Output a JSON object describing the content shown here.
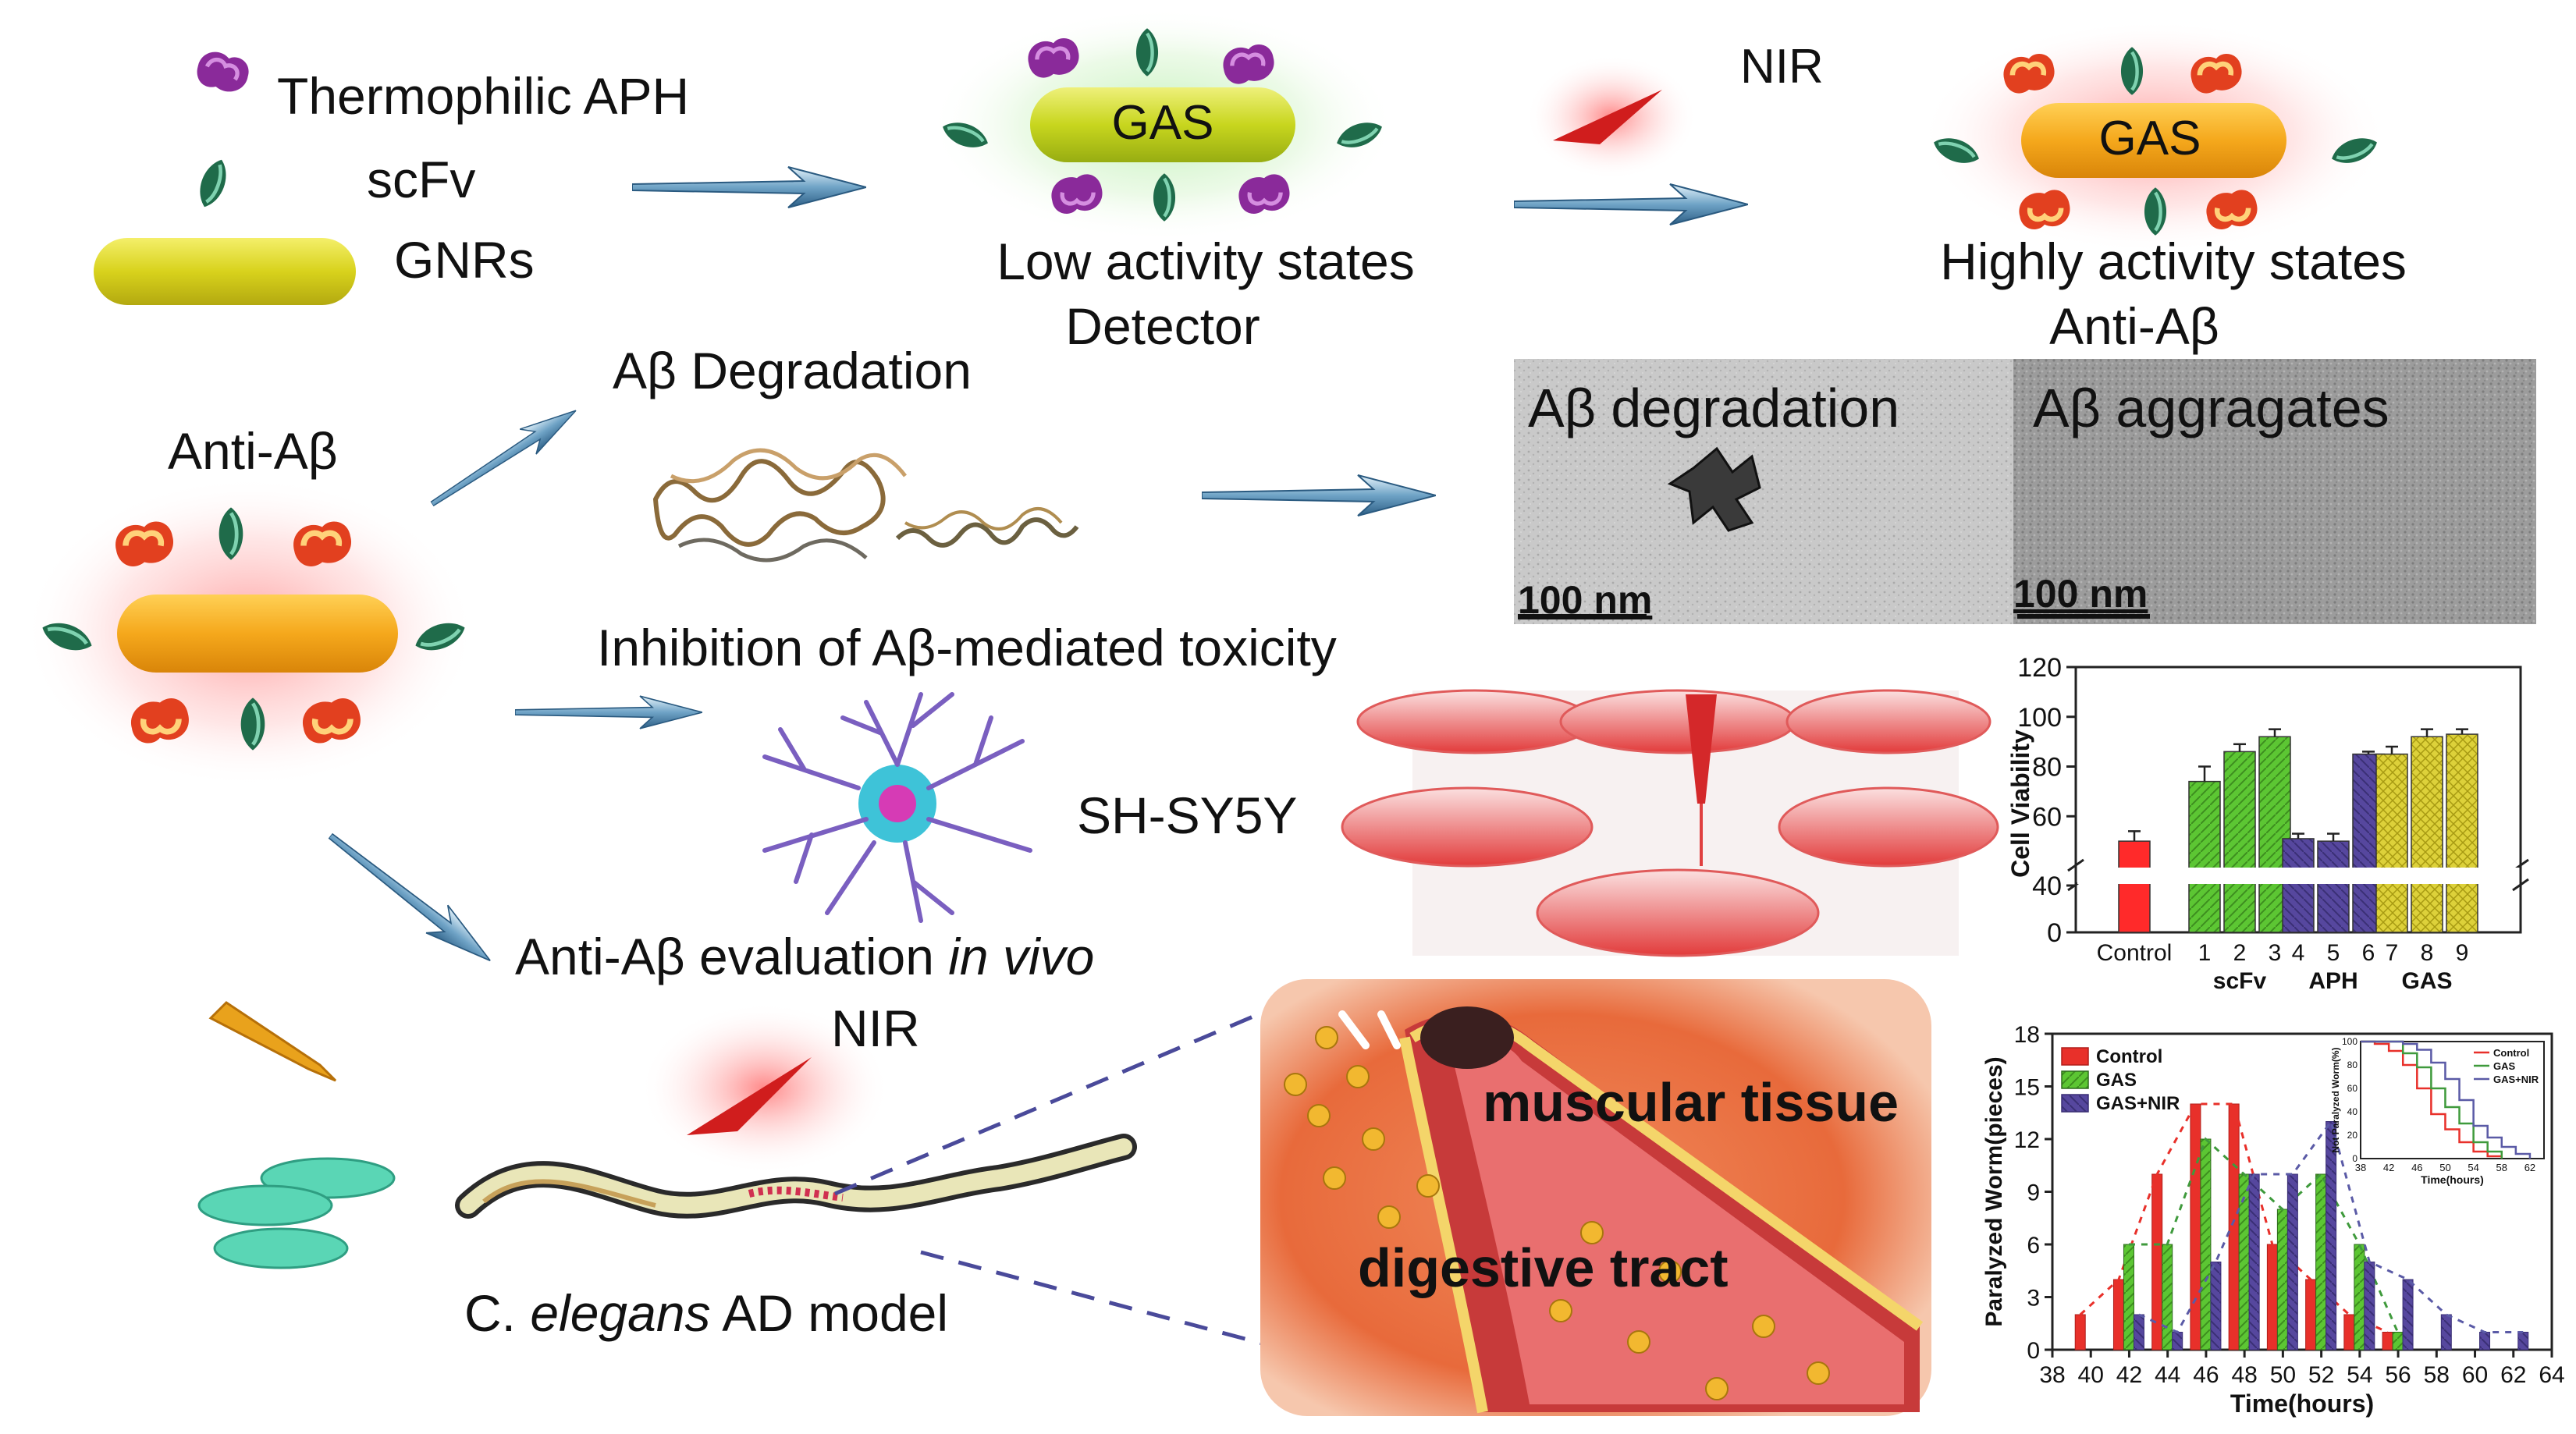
{
  "top_row": {
    "legend_aph": "Thermophilic APH",
    "legend_scfv": "scFv",
    "legend_gnrs": "GNRs",
    "gas_label_low": "GAS",
    "low_state_line1": "Low activity states",
    "low_state_line2": "Detector",
    "nir_top": "NIR",
    "gas_label_high": "GAS",
    "high_state_line1": "Highly activity states",
    "high_state_line2": "Anti-Aβ"
  },
  "left_column": {
    "anti_abeta": "Anti-Aβ"
  },
  "degradation": {
    "title": "Aβ Degradation",
    "tem_left_label": "Aβ degradation",
    "tem_right_label": "Aβ aggragates",
    "scale_left": "100 nm",
    "scale_right": "100 nm"
  },
  "toxicity": {
    "title": "Inhibition of Aβ-mediated toxicity",
    "cell_line": "SH-SY5Y"
  },
  "in_vivo": {
    "title_plain": "Anti-Aβ evaluation ",
    "title_italic": "in vivo",
    "nir": "NIR",
    "model_prefix": "C. ",
    "model_italic": "elegans",
    "model_suffix": " AD model",
    "tissue_label_1": "muscular tissue",
    "tissue_label_2": "digestive tract"
  },
  "chart_data": [
    {
      "type": "bar",
      "ylabel": "Cell Viability",
      "yticks": [
        0,
        40,
        60,
        80,
        100,
        120
      ],
      "ylim": [
        0,
        120
      ],
      "axis_break": "between 0 and 40",
      "categories": [
        "Control",
        "1",
        "2",
        "3",
        "4",
        "5",
        "6",
        "7",
        "8",
        "9"
      ],
      "group_labels": [
        "scFv",
        "APH",
        "GAS"
      ],
      "groups": [
        {
          "name": "Control",
          "color": "#ff2a2a",
          "values": [
            50
          ],
          "errors": [
            4
          ]
        },
        {
          "name": "scFv",
          "color": "#5cc633",
          "values": [
            74,
            86,
            92
          ],
          "errors": [
            6,
            3,
            3
          ]
        },
        {
          "name": "APH",
          "color": "#56479e",
          "values": [
            51,
            50,
            85
          ],
          "errors": [
            2,
            3,
            1
          ]
        },
        {
          "name": "GAS",
          "color": "#ddd13a",
          "values": [
            85,
            92,
            93
          ],
          "errors": [
            3,
            3,
            2
          ]
        }
      ]
    },
    {
      "type": "bar",
      "xlabel": "Time(hours)",
      "ylabel": "Paralyzed Worm(pieces)",
      "xlim": [
        38,
        64
      ],
      "ylim": [
        0,
        18
      ],
      "xticks": [
        38,
        40,
        42,
        44,
        46,
        48,
        50,
        52,
        54,
        56,
        58,
        60,
        62,
        64
      ],
      "yticks": [
        0,
        3,
        6,
        9,
        12,
        15,
        18
      ],
      "series": [
        {
          "name": "Control",
          "color": "#e8302a",
          "x": [
            40,
            42,
            44,
            46,
            48,
            50,
            52,
            54,
            56
          ],
          "values": [
            2,
            4,
            10,
            14,
            14,
            6,
            4,
            2,
            1
          ]
        },
        {
          "name": "GAS",
          "color": "#3f9a3c",
          "x": [
            42,
            44,
            46,
            48,
            50,
            52,
            54,
            56
          ],
          "values": [
            6,
            6,
            12,
            10,
            8,
            10,
            6,
            1
          ]
        },
        {
          "name": "GAS+NIR",
          "color": "#5a5aa6",
          "x": [
            42,
            44,
            46,
            48,
            50,
            52,
            54,
            56,
            58,
            60,
            62
          ],
          "values": [
            2,
            1,
            5,
            10,
            10,
            13,
            5,
            4,
            2,
            1,
            1
          ]
        }
      ],
      "inset": {
        "xlabel": "Time(hours)",
        "ylabel": "Not Paralyzed Worm(%)",
        "xticks": [
          38,
          42,
          46,
          50,
          54,
          58,
          62
        ],
        "yticks": [
          0,
          20,
          40,
          60,
          80,
          100
        ],
        "series": [
          {
            "name": "Control",
            "color": "#e8302a",
            "x": [
              38,
              40,
              42,
              44,
              46,
              48,
              50,
              52,
              54,
              56,
              58
            ],
            "values": [
              100,
              98,
              92,
              80,
              60,
              38,
              25,
              14,
              6,
              2,
              0
            ]
          },
          {
            "name": "GAS",
            "color": "#3f9a3c",
            "x": [
              38,
              42,
              44,
              46,
              48,
              50,
              52,
              54,
              56,
              58
            ],
            "values": [
              100,
              100,
              90,
              78,
              60,
              44,
              30,
              14,
              6,
              0
            ]
          },
          {
            "name": "GAS+NIR",
            "color": "#5a5aa6",
            "x": [
              38,
              42,
              44,
              46,
              48,
              50,
              52,
              54,
              56,
              58,
              60,
              62
            ],
            "values": [
              100,
              100,
              98,
              93,
              82,
              68,
              50,
              28,
              18,
              10,
              4,
              0
            ]
          }
        ]
      }
    }
  ]
}
